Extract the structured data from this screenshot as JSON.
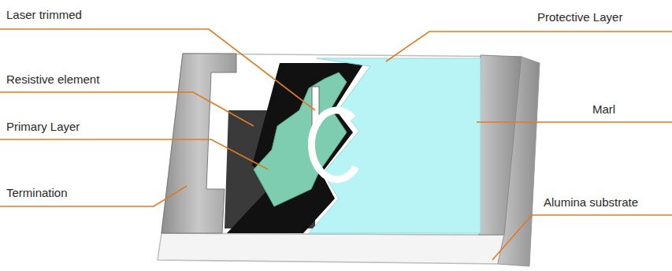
{
  "diagram": {
    "labels": [
      "Laser trimmed",
      "Protective Layer",
      "Resistive element",
      "Marl",
      "Primary Layer",
      "Termination",
      "Alumina substrate"
    ]
  }
}
